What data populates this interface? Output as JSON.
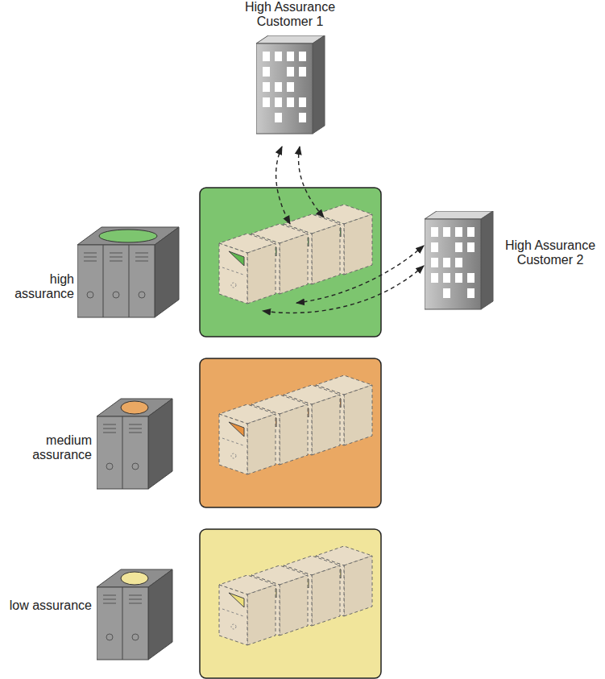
{
  "diagram": {
    "nodes": [
      {
        "text": [
          "High Assurance Customer 1"
        ]
      },
      {
        "text": [
          "High Assurance Customer 2"
        ]
      },
      {
        "text": [
          "high assurance"
        ]
      },
      {
        "text": [
          "medium assurance"
        ]
      },
      {
        "text": [
          "low assurance"
        ]
      }
    ]
  }
}
